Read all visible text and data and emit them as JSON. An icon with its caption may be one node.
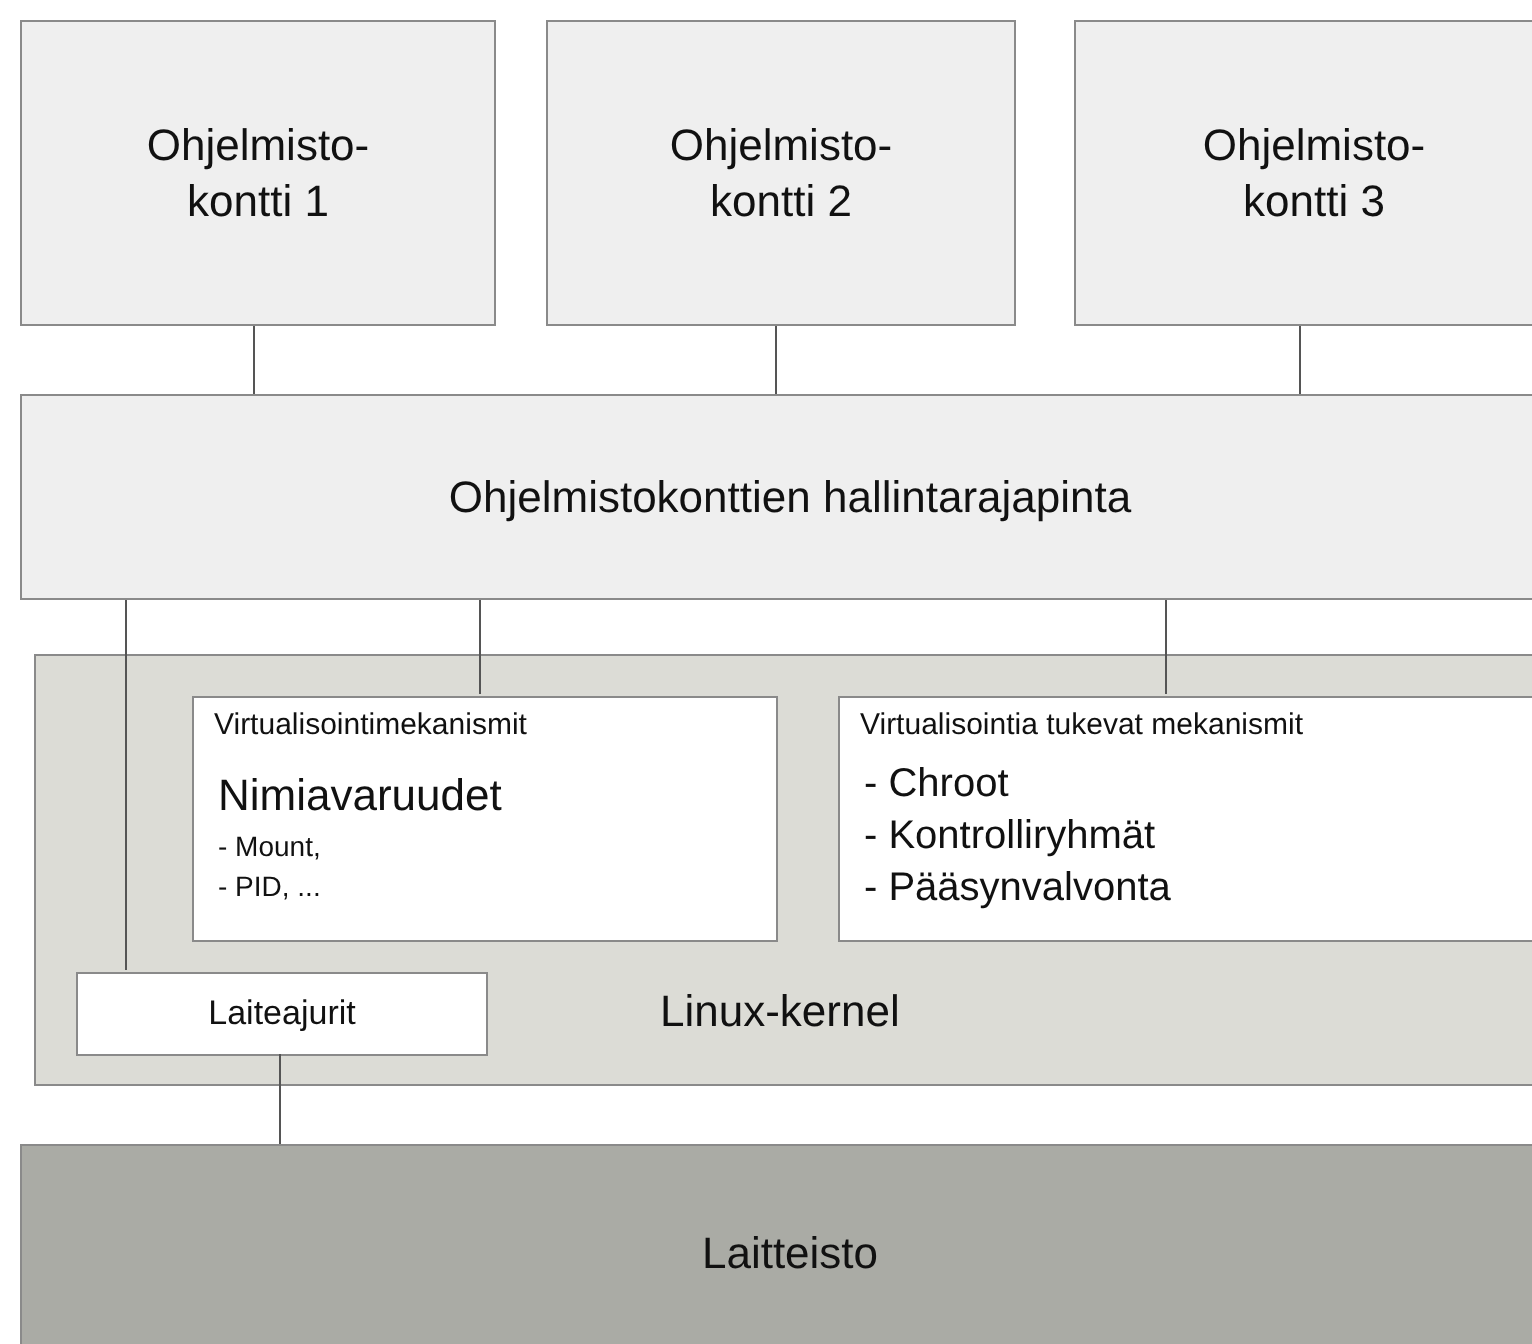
{
  "diagram": {
    "nodes": [
      {
        "text": [
          "Ohjelmisto-kontti 1"
        ]
      },
      {
        "text": [
          "Ohjelmisto-kontti 2"
        ]
      },
      {
        "text": [
          "Ohjelmisto-kontti 3"
        ]
      },
      {
        "text": [
          "Ohjelmistokonttien hallintarajapinta"
        ]
      },
      {
        "text": [
          "Linux-kernel"
        ]
      },
      {
        "text": [
          "Virtualisointimekanismit",
          "Nimiavaruudet",
          "- Mount,",
          "- PID, ..."
        ],
        "in": 4
      },
      {
        "text": [
          "Virtualisointia tukevat mekanismit",
          "- Chroot",
          "- Kontrolliryhmät",
          "- Pääsynvalvonta"
        ],
        "in": 4
      },
      {
        "text": [
          "Laiteajurit"
        ],
        "in": 4
      },
      {
        "text": [
          "Laitteisto"
        ]
      }
    ],
    "edges": [
      {
        "from": 0,
        "to": 3,
        "arrow": "none"
      },
      {
        "from": 1,
        "to": 3,
        "arrow": "none"
      },
      {
        "from": 2,
        "to": 3,
        "arrow": "none"
      },
      {
        "from": 3,
        "to": 7,
        "arrow": "none"
      },
      {
        "from": 3,
        "to": 5,
        "arrow": "none"
      },
      {
        "from": 3,
        "to": 6,
        "arrow": "none"
      },
      {
        "from": 7,
        "to": 8,
        "arrow": "none"
      }
    ]
  }
}
